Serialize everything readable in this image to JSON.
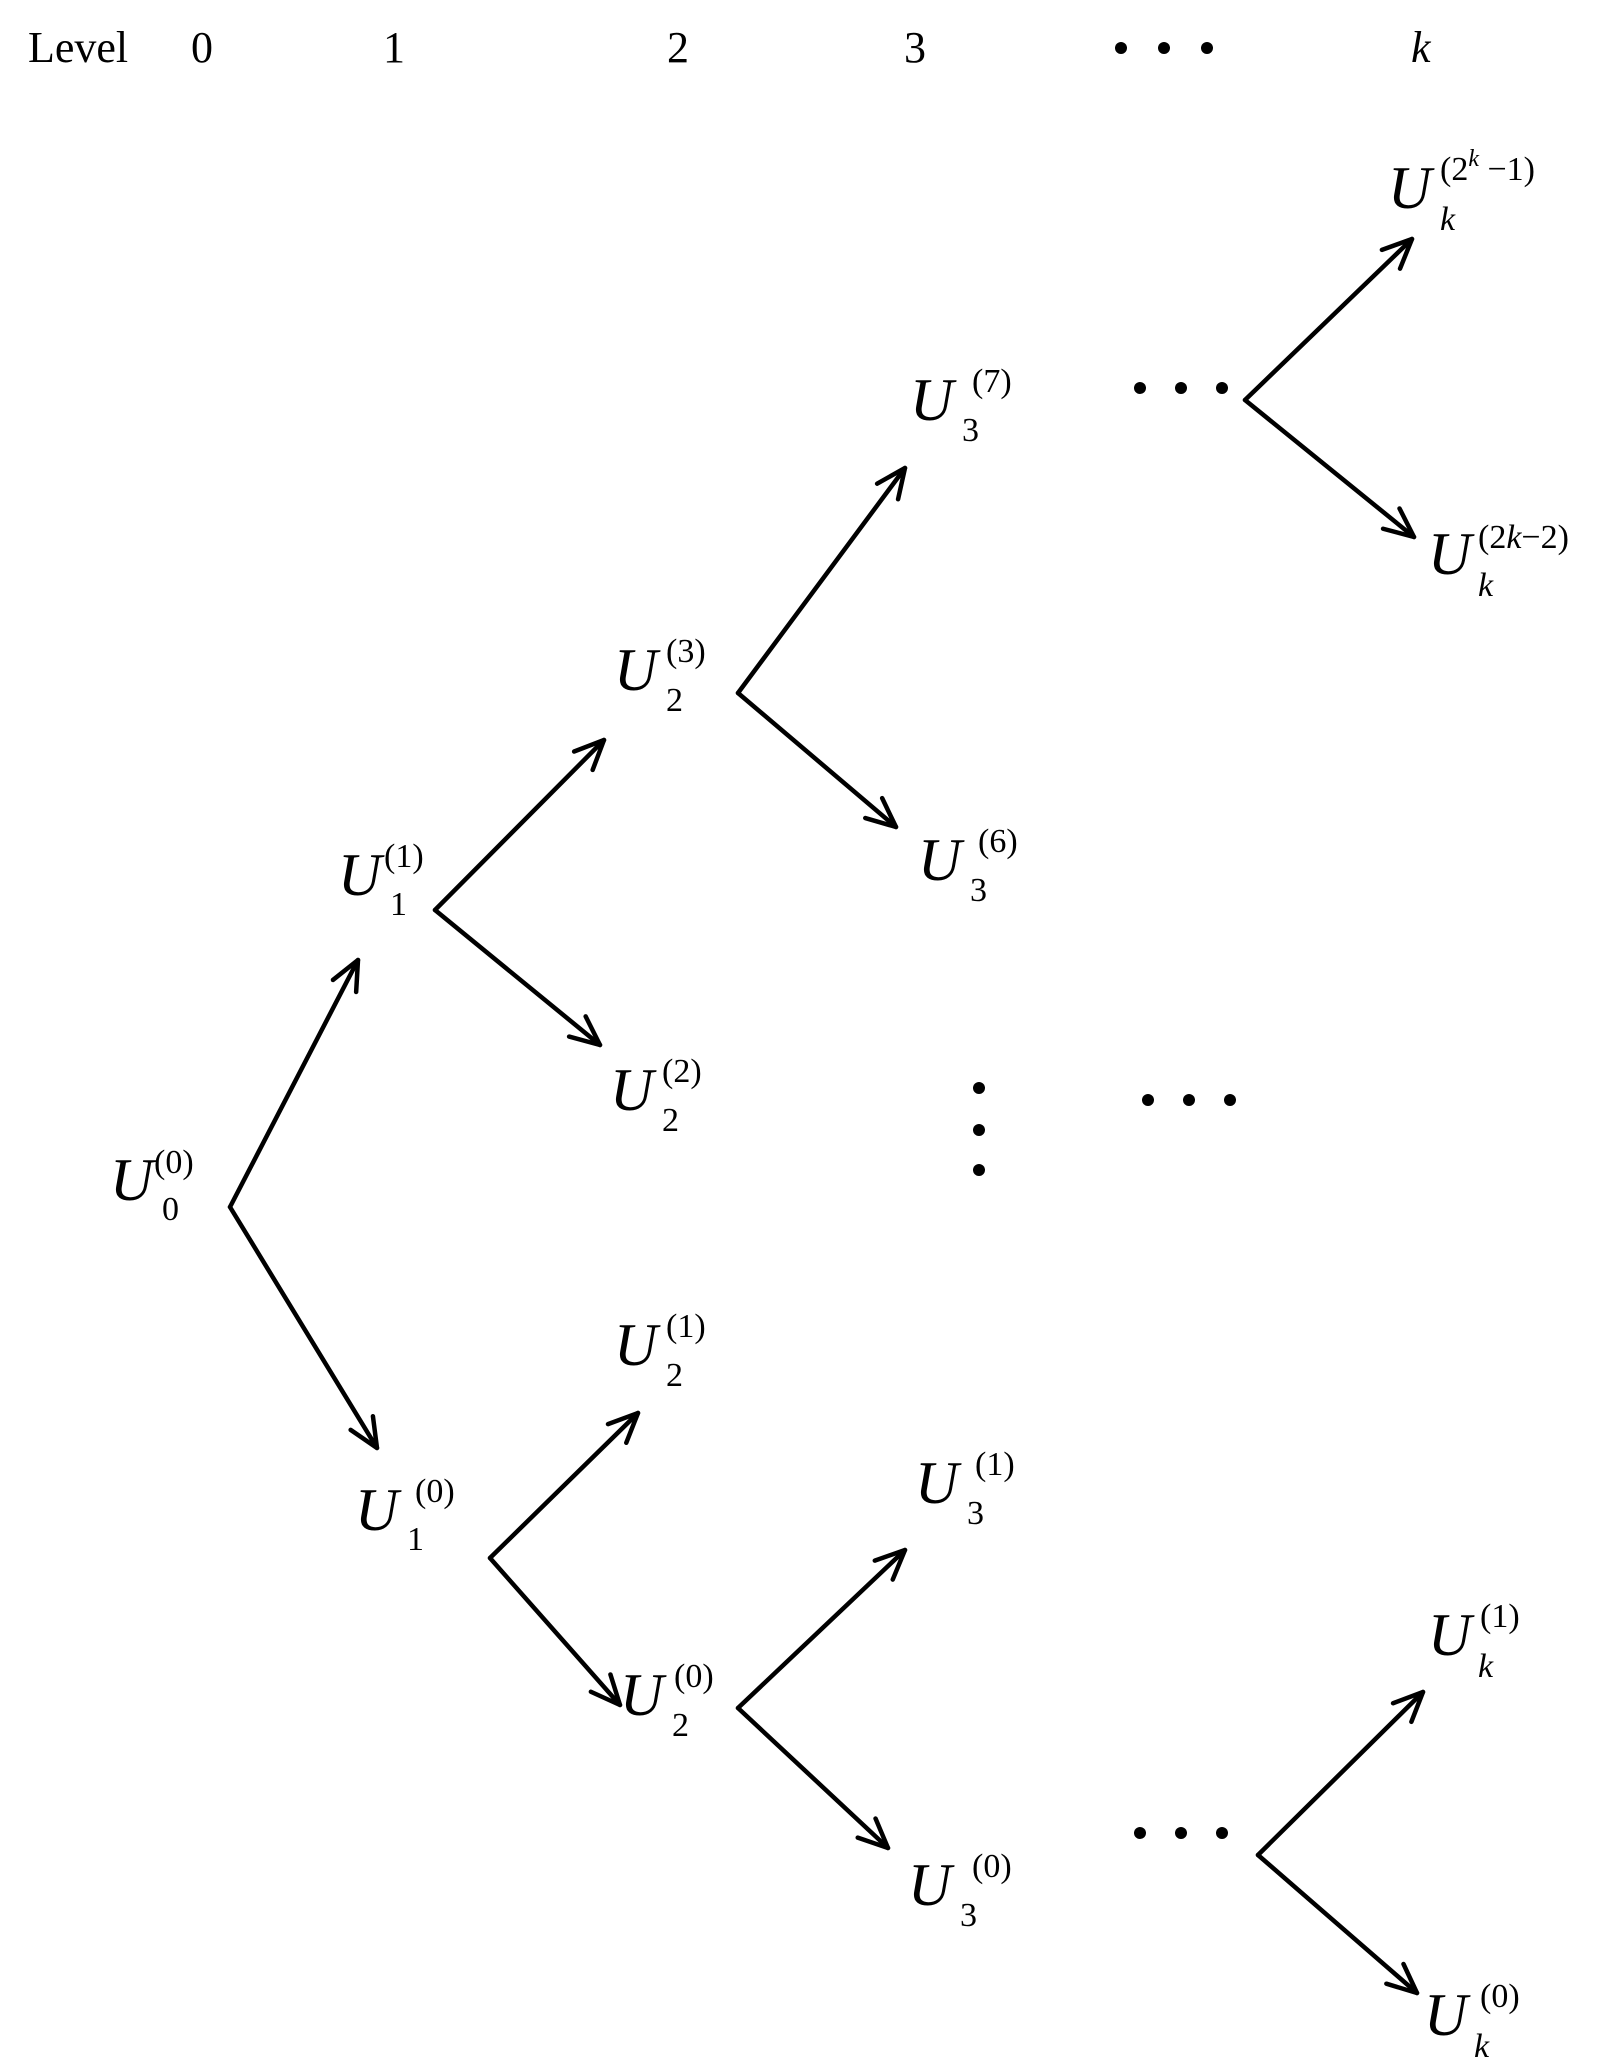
{
  "header": {
    "level_label": "Level",
    "levels": [
      "0",
      "1",
      "2",
      "3",
      "k"
    ]
  },
  "nodes": {
    "U0_0": {
      "letter": "U",
      "sub": "0",
      "sup": "(0)"
    },
    "U1_1": {
      "letter": "U",
      "sub": "1",
      "sup": "(1)"
    },
    "U1_0": {
      "letter": "U",
      "sub": "1",
      "sup": "(0)"
    },
    "U2_3": {
      "letter": "U",
      "sub": "2",
      "sup": "(3)"
    },
    "U2_2": {
      "letter": "U",
      "sub": "2",
      "sup": "(2)"
    },
    "U2_1": {
      "letter": "U",
      "sub": "2",
      "sup": "(1)"
    },
    "U2_0": {
      "letter": "U",
      "sub": "2",
      "sup": "(0)"
    },
    "U3_7": {
      "letter": "U",
      "sub": "3",
      "sup": "(7)"
    },
    "U3_6": {
      "letter": "U",
      "sub": "3",
      "sup": "(6)"
    },
    "U3_1": {
      "letter": "U",
      "sub": "3",
      "sup": "(1)"
    },
    "U3_0": {
      "letter": "U",
      "sub": "3",
      "sup": "(0)"
    },
    "Uk_top": {
      "letter": "U",
      "sub": "k",
      "sup_open": "(2",
      "sup_exp": "k",
      "sup_close": " −1)"
    },
    "Uk_2k2": {
      "letter": "U",
      "sub": "k",
      "sup_open": "(2",
      "sup_k": "k",
      "sup_close": "−2)"
    },
    "Uk_1": {
      "letter": "U",
      "sub": "k",
      "sup": "(1)"
    },
    "Uk_0": {
      "letter": "U",
      "sub": "k",
      "sup": "(0)"
    }
  }
}
